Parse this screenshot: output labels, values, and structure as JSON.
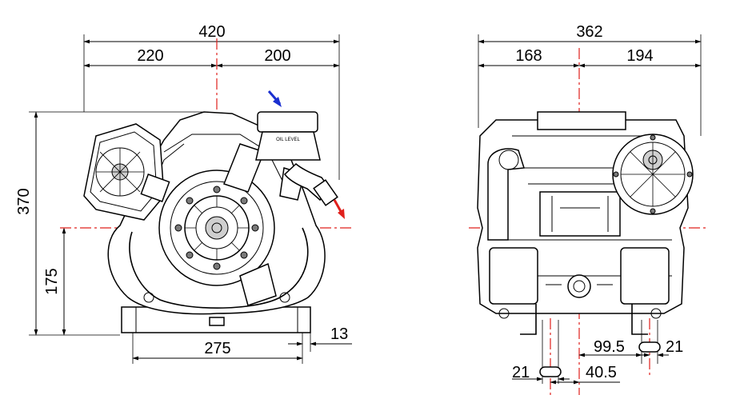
{
  "front_view": {
    "overall_width": "420",
    "left_width": "220",
    "right_width": "200",
    "height": "370",
    "shaft_height": "175",
    "foot_spacing": "275",
    "foot_offset": "13"
  },
  "side_view": {
    "overall_width": "362",
    "left_width": "168",
    "right_width": "194",
    "slot_1_spacing": "99.5",
    "slot_1_width": "21",
    "slot_2_width": "21",
    "slot_2_spacing": "40.5"
  },
  "oil_cap_text": "OIL LEVEL",
  "colors": {
    "inlet_arrow": "#1a2fd0",
    "outlet_arrow": "#e0201c",
    "centerline": "#e0201c"
  }
}
